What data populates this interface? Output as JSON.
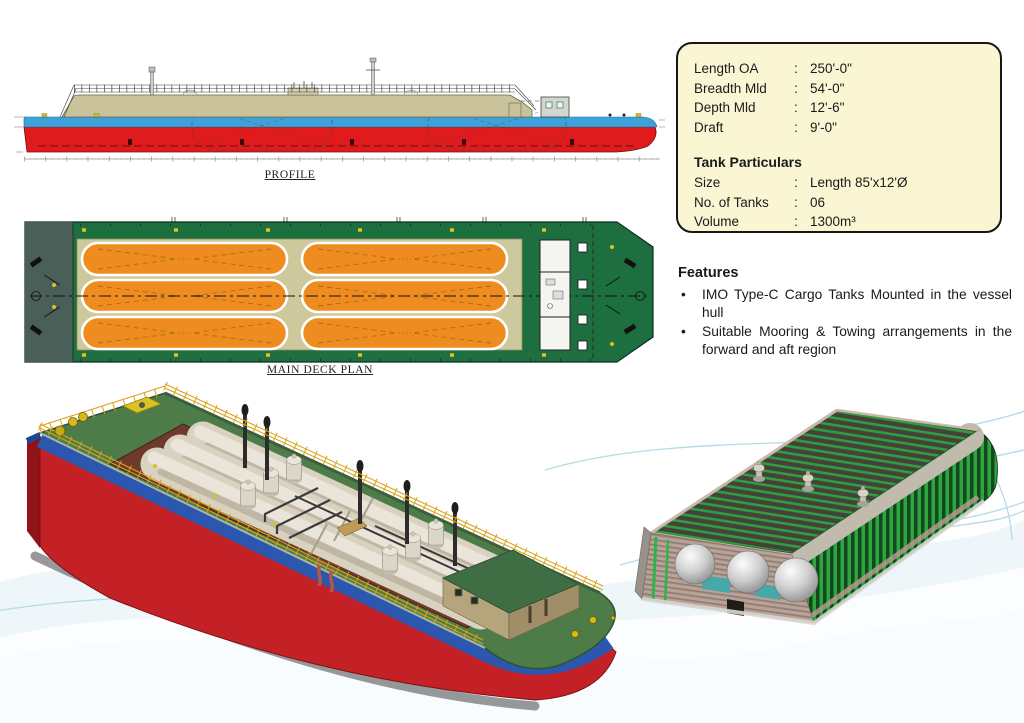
{
  "labels": {
    "profile": "PROFILE",
    "deck_plan": "MAIN DECK PLAN"
  },
  "spec_box": {
    "colon": ":",
    "main_particulars": [
      {
        "label": "Length OA",
        "value": "250'-0\""
      },
      {
        "label": "Breadth Mld",
        "value": "54'-0\""
      },
      {
        "label": "Depth Mld",
        "value": "12'-6\""
      },
      {
        "label": "Draft",
        "value": "9'-0\""
      }
    ],
    "tank_heading": "Tank Particulars",
    "tank_particulars": [
      {
        "label": "Size",
        "value": "Length 85'x12'Ø"
      },
      {
        "label": "No. of Tanks",
        "value": "06"
      },
      {
        "label": "Volume",
        "value": "1300m³"
      }
    ]
  },
  "features": {
    "heading": "Features",
    "bullet": "•",
    "items": [
      "IMO Type-C Cargo Tanks Mounted in the vessel hull",
      "Suitable Mooring & Towing arrangements in the forward and aft region"
    ]
  },
  "colors": {
    "hull_red": "#d92121",
    "hull_blue": "#3da0d8",
    "stripe_blue_3d": "#2b57ae",
    "deck_green": "#1e6f40",
    "render_deck_green": "#4e7c49",
    "tank_orange": "#ef8c1f",
    "tank_area_khaki": "#cdc99c",
    "spec_box_bg": "#faf5d2",
    "swoosh_blue": "#cfe8f2"
  }
}
